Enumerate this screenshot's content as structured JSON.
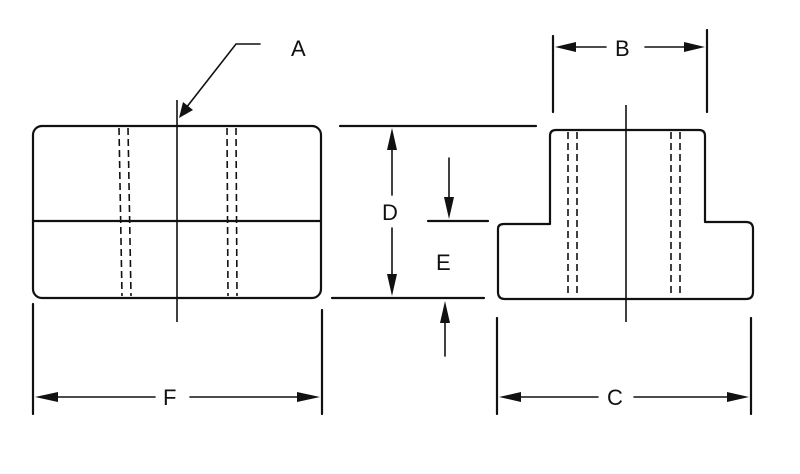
{
  "labels": {
    "a": "A",
    "b": "B",
    "c": "C",
    "d": "D",
    "e": "E",
    "f": "F"
  },
  "colors": {
    "ink": "#111111",
    "background": "#ffffff"
  }
}
